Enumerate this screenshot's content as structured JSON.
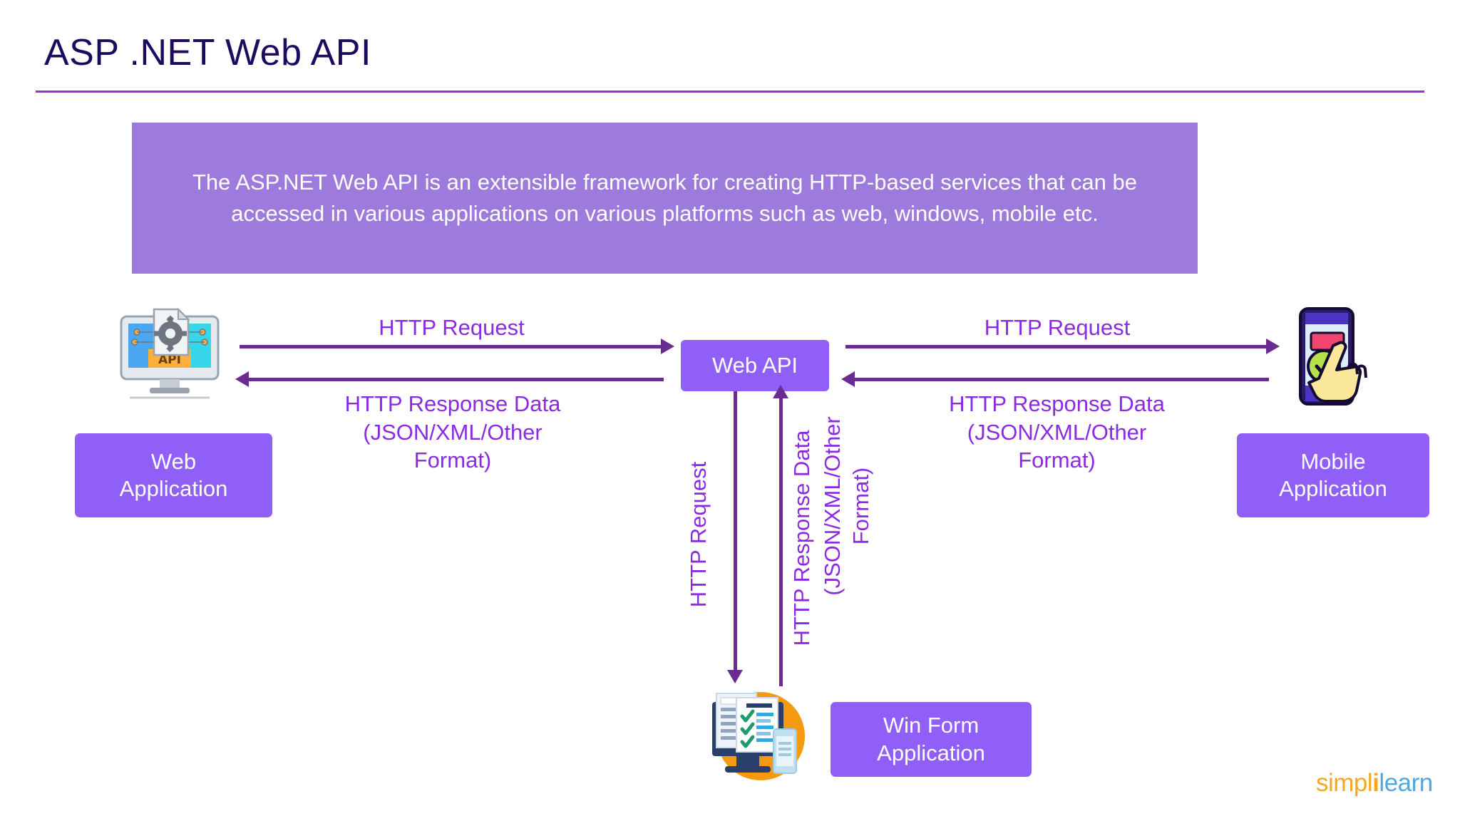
{
  "slide": {
    "title": "ASP .NET Web API",
    "accent_rule_color": "#9B30D9",
    "title_color": "#1d0a5e"
  },
  "banner": {
    "background": "#9C7BDC",
    "text": "The ASP.NET Web API is an extensible framework for creating HTTP-based services that can be accessed in various applications on various platforms such as web, windows, mobile etc."
  },
  "nodes": {
    "web_application": {
      "label": "Web\nApplication",
      "color": "#8F5FF7"
    },
    "mobile_application": {
      "label": "Mobile\nApplication",
      "color": "#8F5FF7"
    },
    "web_api": {
      "label": "Web API",
      "color": "#8F5FF7"
    },
    "winform_application": {
      "label": "Win Form\nApplication",
      "color": "#8F5FF7"
    }
  },
  "flows": {
    "left_request": "HTTP Request",
    "left_response": "HTTP Response Data\n(JSON/XML/Other\nFormat)",
    "right_request": "HTTP Request",
    "right_response": "HTTP Response Data\n(JSON/XML/Other\nFormat)",
    "down_request": "HTTP Request",
    "up_response_line1": "HTTP Response Data",
    "up_response_line2": "(JSON/XML/Other\nFormat)",
    "arrow_color": "#6B2C91",
    "label_color": "#8A2BE2"
  },
  "icons": {
    "web": "monitor-api-icon",
    "mobile": "mobile-touch-icon",
    "winform": "desktop-checklist-icon"
  },
  "logo": {
    "part1": "simpl",
    "separator": "i",
    "part2": "learn"
  }
}
